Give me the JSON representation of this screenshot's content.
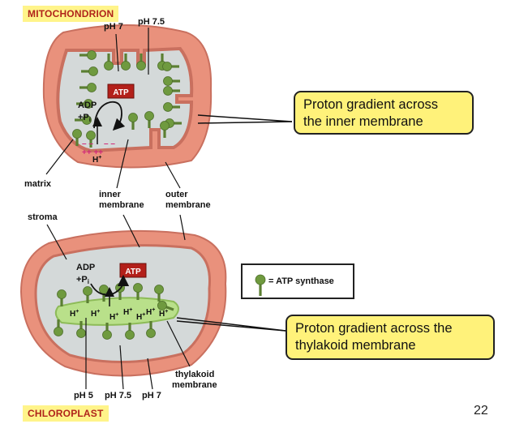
{
  "mito": {
    "title": "MITOCHONDRION",
    "ph_left": "pH 7",
    "ph_right": "pH 7.5",
    "atp": "ATP",
    "adp_line1": "ADP",
    "adp_line2": "+P",
    "adp_sub": "i",
    "minus": "– –",
    "plus": "++ ++",
    "hplus": "H",
    "label_matrix": "matrix",
    "label_inner_1": "inner",
    "label_inner_2": "membrane",
    "label_outer_1": "outer",
    "label_outer_2": "membrane"
  },
  "chloro": {
    "title": "CHLOROPLAST",
    "label_stroma": "stroma",
    "atp": "ATP",
    "adp_line1": "ADP",
    "adp_line2": "+P",
    "adp_sub": "i",
    "hplus": "H",
    "ph5": "pH 5",
    "ph75": "pH 7.5",
    "ph7": "pH 7",
    "label_thylakoid_1": "thylakoid",
    "label_thylakoid_2": "membrane"
  },
  "callout_top": {
    "line1": "Proton gradient across",
    "line2": "the inner membrane"
  },
  "callout_bottom": {
    "line1": "Proton gradient across the",
    "line2": "thylakoid membrane"
  },
  "legend": {
    "text": "= ATP synthase"
  },
  "page_number": "22",
  "colors": {
    "outer_membrane": "#e9917c",
    "inner_membrane": "#c9705f",
    "matrix": "#d4d9d9",
    "synthase": "#6f9a3f",
    "atp_box": "#b3201a",
    "thylakoid": "#b9e08a",
    "callout": "#fff27a"
  }
}
